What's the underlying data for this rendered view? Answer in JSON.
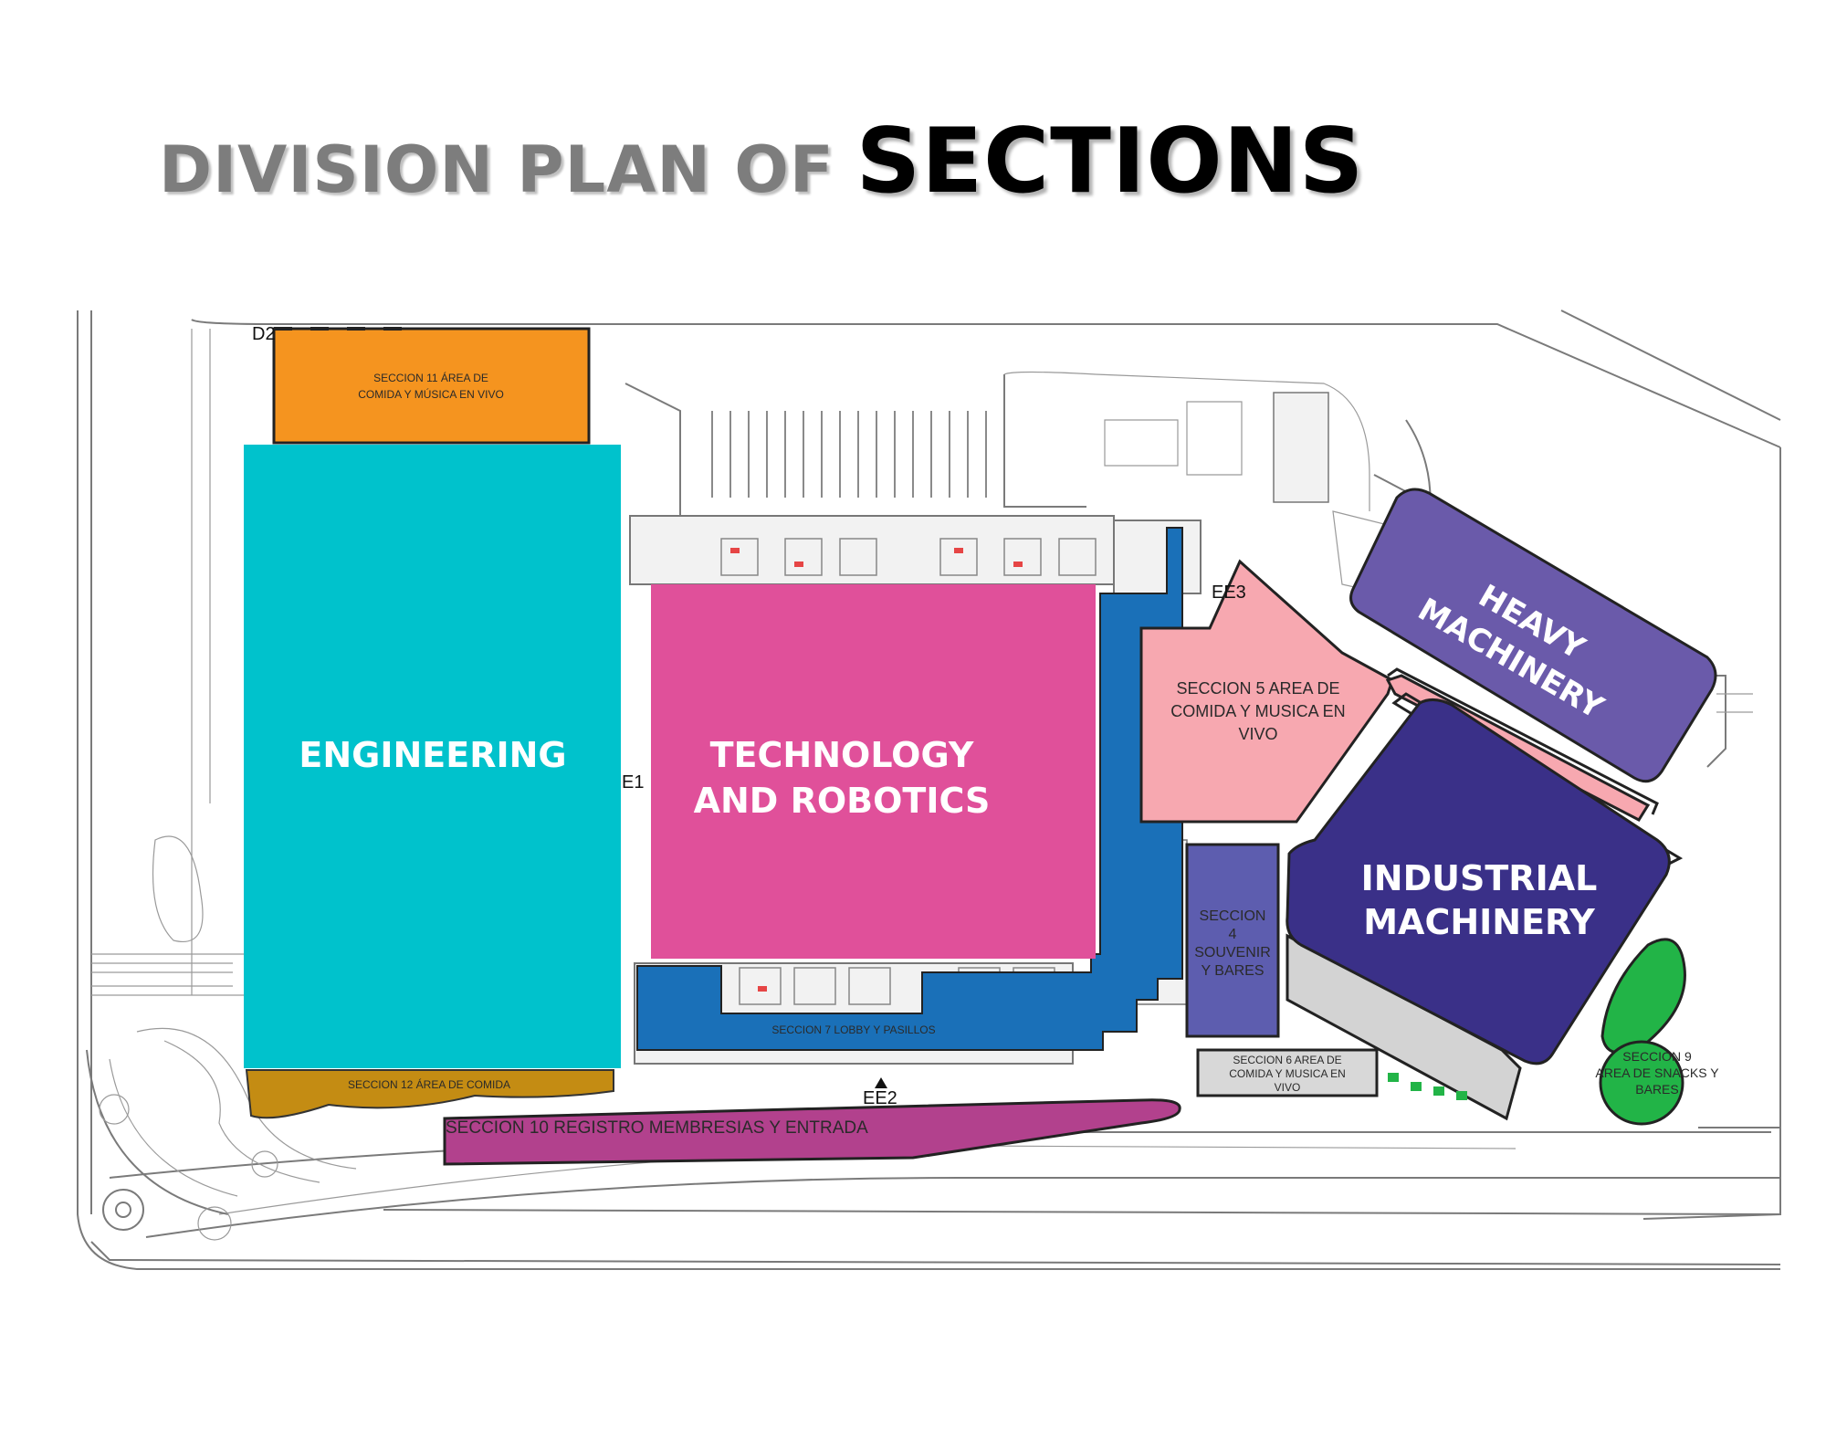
{
  "title": {
    "part1": "DIVISION PLAN OF",
    "part2": "SECTIONS"
  },
  "colors": {
    "engineering": "#00c2cc",
    "technology": "#e0509a",
    "heavy": "#6a5aaa",
    "industrial": "#3a3088",
    "sec5": "#f7a8b0",
    "sec4": "#5d5daf",
    "sec7": "#1a70b8",
    "sec9": "#22b447",
    "sec10": "#b2418d",
    "sec11": "#f5941f",
    "sec12": "#c48c13",
    "sec6": "#d8d8d8"
  },
  "zones": {
    "engineering": "ENGINEERING",
    "technology_1": "TECHNOLOGY",
    "technology_2": "AND ROBOTICS",
    "heavy_1": "HEAVY",
    "heavy_2": "MACHINERY",
    "industrial_1": "INDUSTRIAL",
    "industrial_2": "MACHINERY"
  },
  "sections": {
    "sec11_1": "SECCION 11 ÁREA DE",
    "sec11_2": "COMIDA Y MÚSICA EN VIVO",
    "sec5_1": "SECCION 5 AREA DE",
    "sec5_2": "COMIDA Y MUSICA EN",
    "sec5_3": "VIVO",
    "sec4_1": "SECCION",
    "sec4_2": "4",
    "sec4_3": "SOUVENIR",
    "sec4_4": "Y BARES",
    "sec7": "SECCION 7 LOBBY Y PASILLOS",
    "sec12": "SECCION 12 ÁREA DE COMIDA",
    "sec10": "SECCION 10  REGISTRO MEMBRESIAS Y ENTRADA",
    "sec6_1": "SECCION 6 AREA DE",
    "sec6_2": "COMIDA Y MUSICA EN",
    "sec6_3": "VIVO",
    "sec9_1": "SECCION 9",
    "sec9_2": "AREA DE SNACKS Y",
    "sec9_3": "BARES"
  },
  "markers": {
    "d2": "D2",
    "e1": "E1",
    "ee2": "EE2",
    "ee3": "EE3"
  }
}
